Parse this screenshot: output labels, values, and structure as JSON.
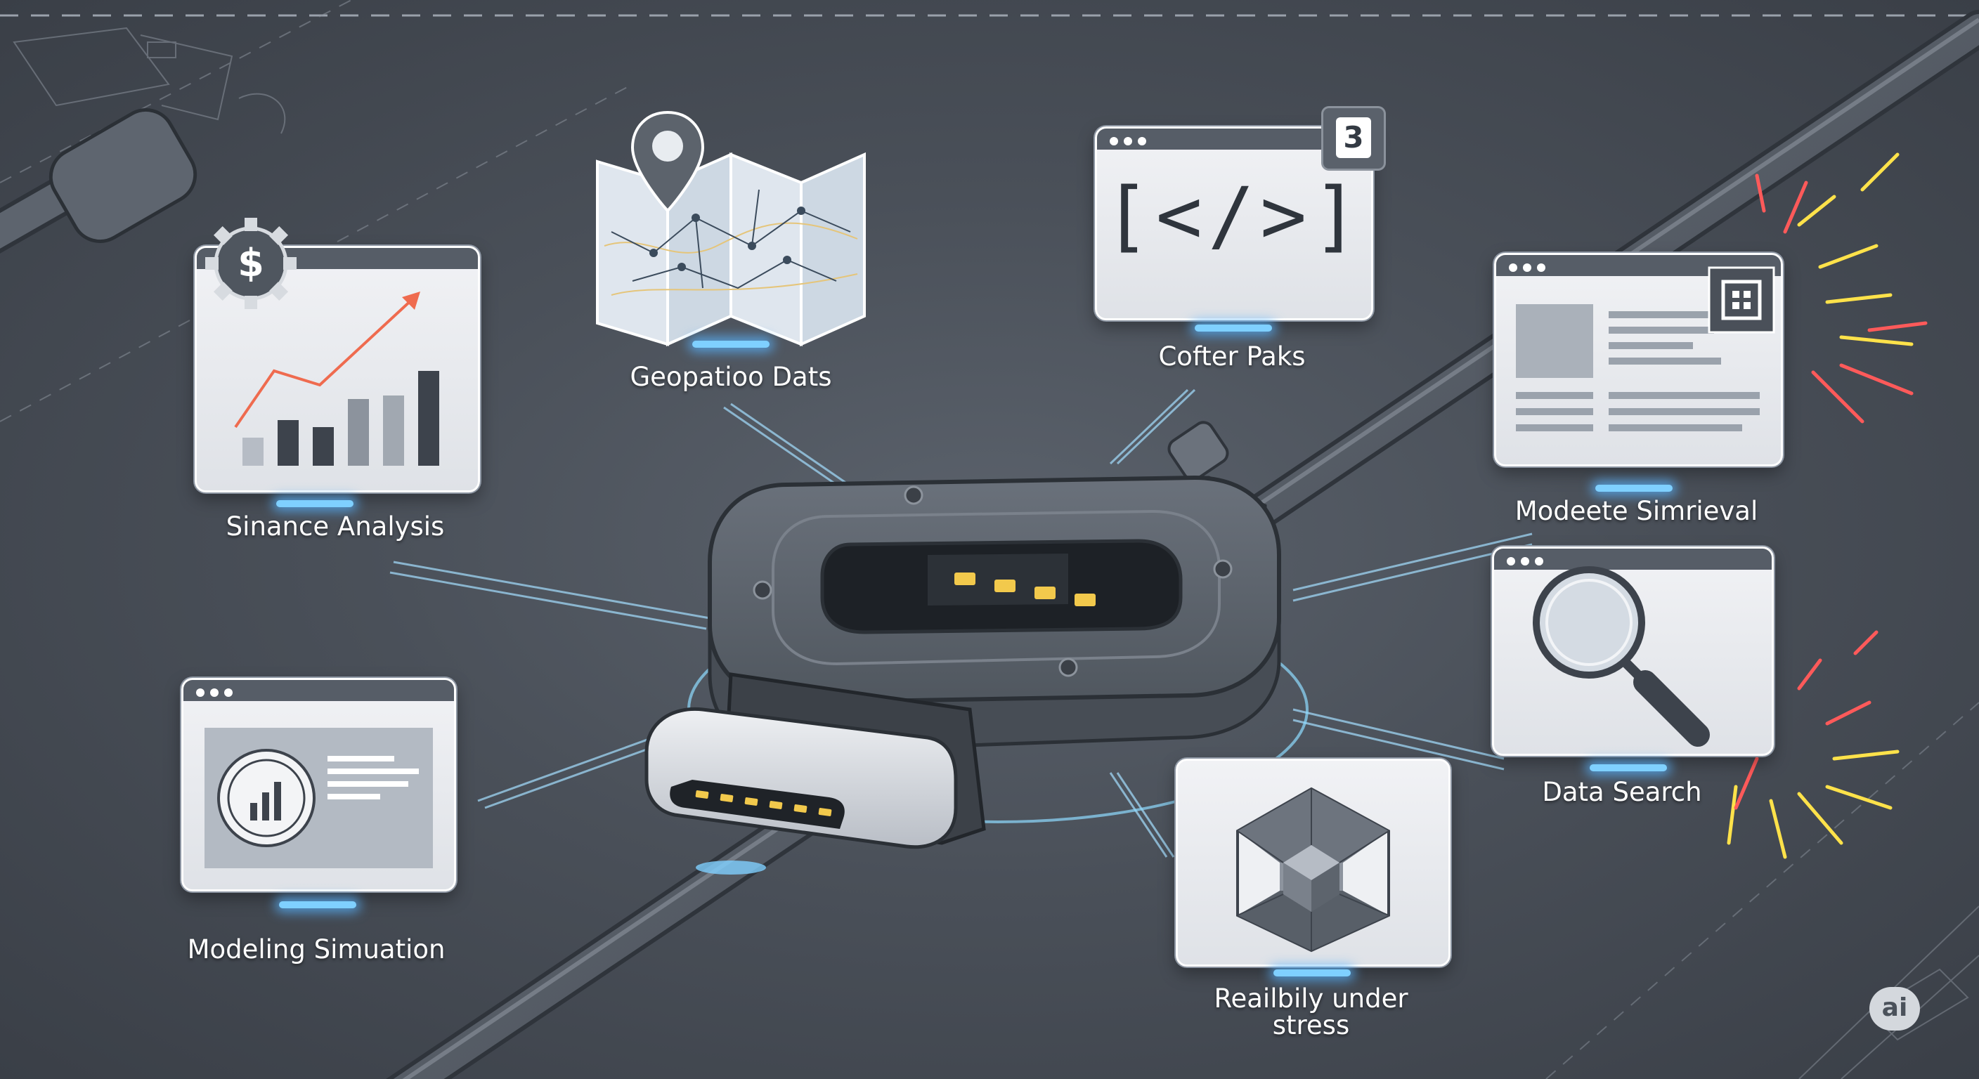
{
  "nodes": {
    "finance": {
      "label": "Sinance Analysis",
      "icon": "dollar-gear-icon"
    },
    "geo": {
      "label": "Geopatioo Dats",
      "icon": "map-pin-icon"
    },
    "code": {
      "label": "Cofter Paks",
      "icon": "code-brackets-icon",
      "code_text": "[</>]",
      "badge": "3"
    },
    "retrieval": {
      "label": "Modeete Simrieval",
      "icon": "document-page-icon"
    },
    "modeling": {
      "label": "Modeling Simuation",
      "icon": "chart-circle-icon"
    },
    "search": {
      "label": "Data Search",
      "icon": "magnifier-icon"
    },
    "reliability": {
      "label_line1": "Reailbily under",
      "label_line2": "stress",
      "icon": "cube-icon"
    }
  },
  "center": {
    "name": "usb-c-connector",
    "icon": "usb-c-hub-icon"
  },
  "logo": {
    "text": "ai"
  },
  "colors": {
    "background": "#474d56",
    "card": "#e8eaee",
    "accent_glow": "#7fd0ff",
    "trend_line": "#ef6b4f",
    "spark_red": "#ff5a5a",
    "spark_yellow": "#ffe24a"
  }
}
